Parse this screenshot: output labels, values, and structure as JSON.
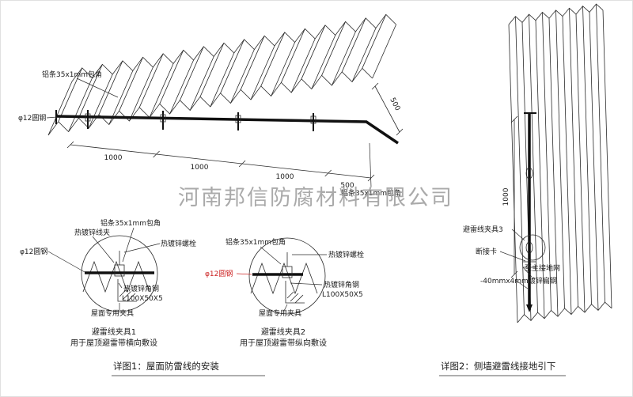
{
  "watermark": "河南邦信防腐材料有限公司",
  "colors": {
    "ink": "#2a2a2a",
    "red": "#cc2222",
    "watermark": "#9c9c9c"
  },
  "figure1": {
    "caption": "详图1：屋面防雷线的安装",
    "roof": {
      "strip_label_top": "铝条35x1mm包角",
      "strip_label_right": "铝条35x1mm包角",
      "round_steel_label": "φ12圆钢",
      "dim_segments": [
        "1000",
        "1000",
        "1000",
        "500"
      ],
      "dim_right": "500"
    },
    "detail1": {
      "title": "避雷线夹具1",
      "subtitle": "用于屋顶避雷带横向敷设",
      "labels": {
        "wire_clip": "热镀锌线夹",
        "strip": "铝条35x1mm包角",
        "bolt": "热镀锌螺栓",
        "round_steel": "φ12圆钢",
        "angle_steel": "热镀锌角钢",
        "angle_steel_spec": "L100X50X5",
        "roof_clamp": "屋面专用夹具"
      }
    },
    "detail2": {
      "title": "避雷线夹具2",
      "subtitle": "用于屋顶避雷带纵向敷设",
      "labels": {
        "strip": "铝条35x1mm包角",
        "bolt": "热镀锌螺栓",
        "round_steel": "φ12圆钢",
        "angle_steel": "热镀锌角钢",
        "angle_steel_spec": "L100X50X5",
        "roof_clamp": "屋面专用夹具"
      }
    }
  },
  "figure2": {
    "caption": "详图2：侧墙避雷线接地引下",
    "dim_vertical": "1000",
    "labels": {
      "clamp3": "避雷线夹具3",
      "disconnect": "断接卡",
      "to_ground": "至主接地网",
      "flat_steel": "-40mmx4mm镀锌扁钢"
    }
  }
}
